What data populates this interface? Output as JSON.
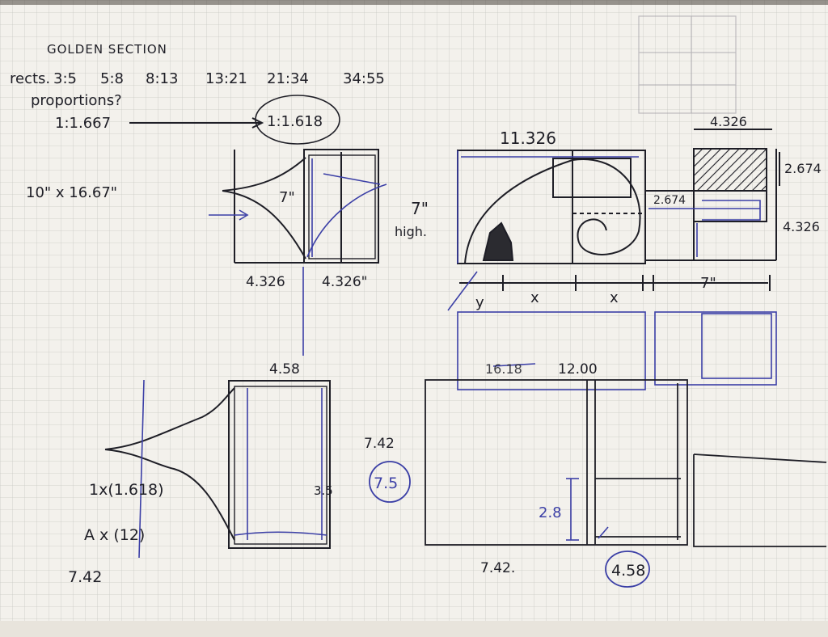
{
  "notes": {
    "title": "GOLDEN SECTION",
    "ratios_prefix": "rects.",
    "ratios": [
      "3:5",
      "5:8",
      "8:13",
      "13:21",
      "21:34",
      "34:55"
    ],
    "question": "proportions?",
    "ratio_a": "1:1.667",
    "ratio_b": "1:1.618",
    "size": "10\" x 16.67\""
  },
  "sketch1": {
    "height": "7\"",
    "width_left": "4.326",
    "width_right": "4.326\"",
    "side_note_a": "7\"",
    "side_note_b": "high."
  },
  "sketch2": {
    "width": "11.326",
    "label_y": "y",
    "label_x1": "x",
    "label_x2": "x",
    "inner": "2.674",
    "top_width": "4.326",
    "right_a": "2.674",
    "right_b": "4.326",
    "bottom": "7\""
  },
  "sketch3": {
    "top": "4.58",
    "side": "3.5",
    "note1": "1x(1.618)",
    "note2": "A x (12)",
    "note3": "7.42"
  },
  "sketch4": {
    "struck": "16.18",
    "width": "12.00",
    "left_a": "7.42",
    "left_b": "7.5",
    "inner": "2.8",
    "bottom_a": "7.42.",
    "bottom_b": "4.58"
  },
  "colors": {
    "paper": "#f3f1ec",
    "grid": "#c9c9c4",
    "ink": "#1e1e26",
    "blue_ink": "#3b3fa6"
  }
}
